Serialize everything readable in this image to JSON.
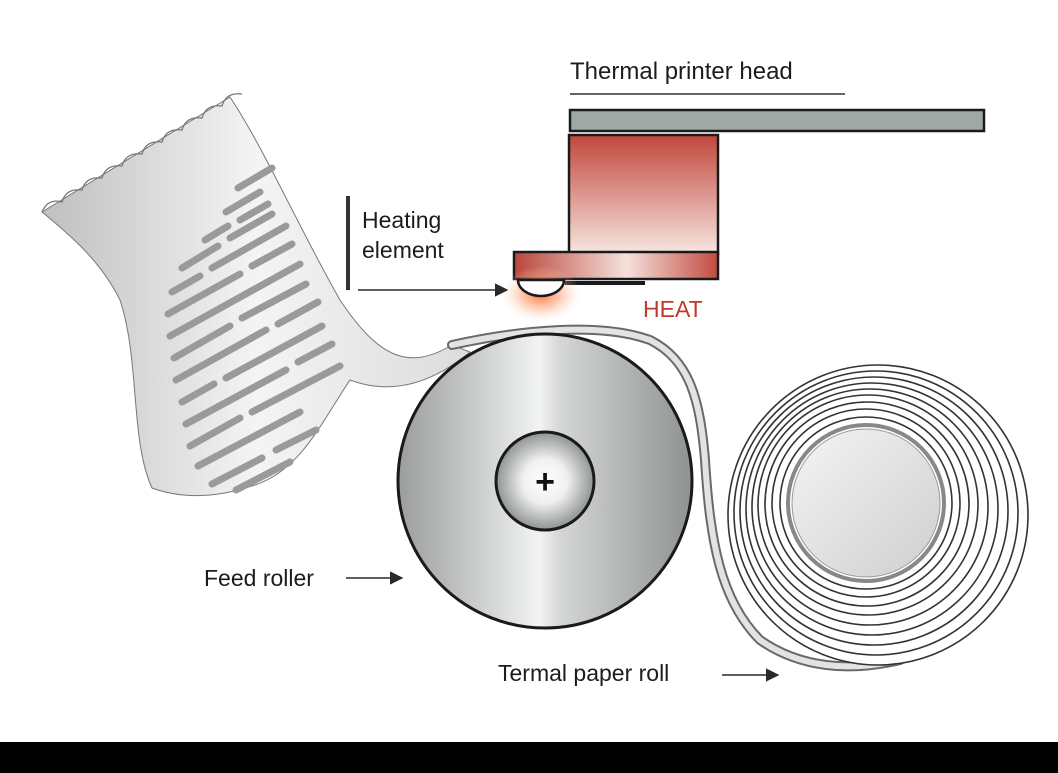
{
  "labels": {
    "printer_head": "Thermal printer head",
    "heating_element": "Heating element",
    "heat": "HEAT",
    "feed_roller": "Feed roller",
    "paper_roll": "Termal paper roll",
    "axle_symbol": "+"
  },
  "colors": {
    "heat_text": "#c0392b",
    "printer_block_top": "#c0473c",
    "printer_bar": "#9fa8a5",
    "paper_line": "#3a3a3a",
    "printed_dashes": "#9a9a9a",
    "background": "#ffffff",
    "bottom_bar": "#000000"
  },
  "icons": {
    "axle": "plus-icon",
    "arrows": "arrow-right-icon"
  }
}
